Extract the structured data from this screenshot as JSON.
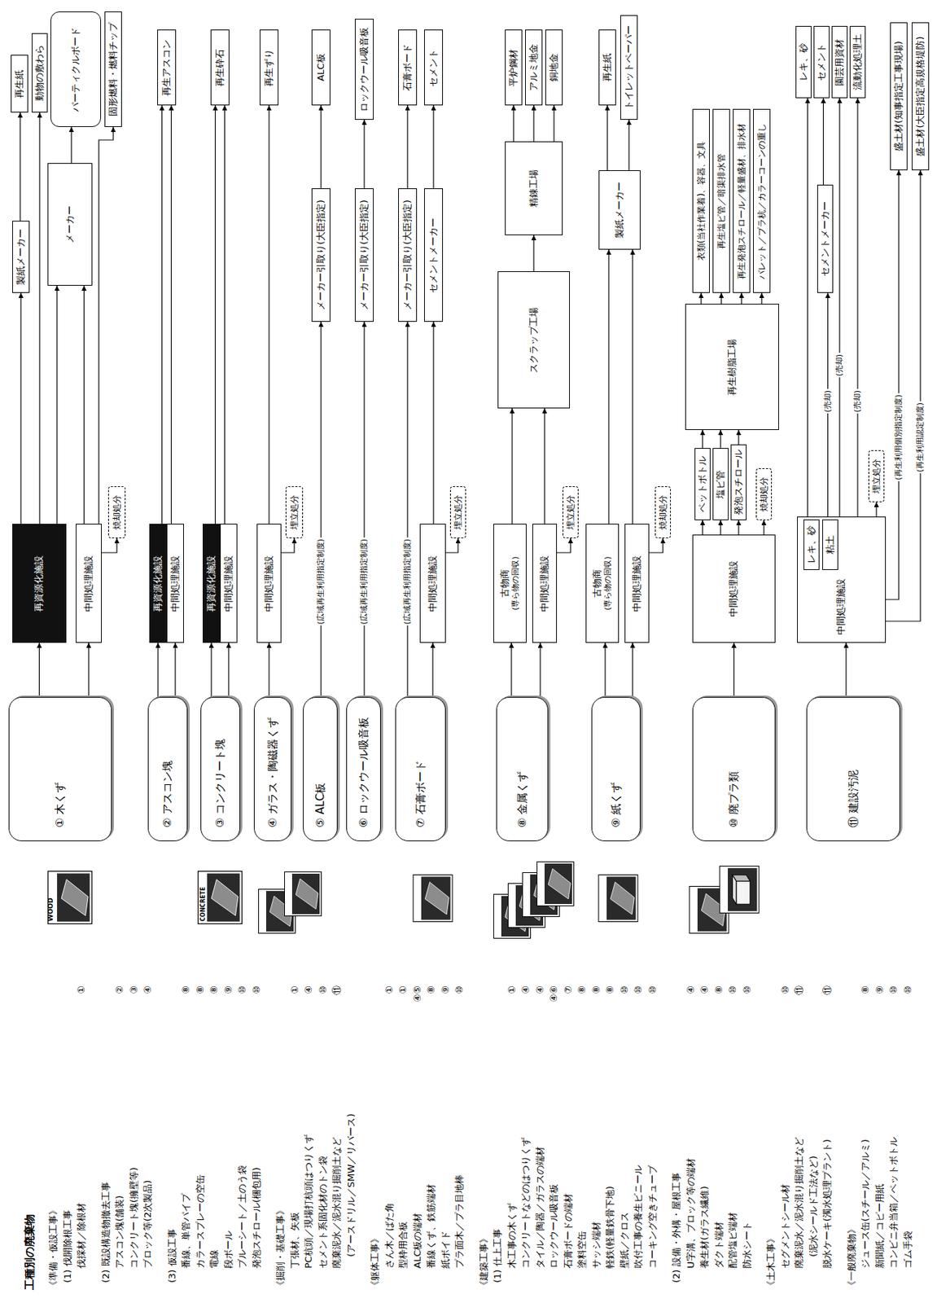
{
  "diagram": {
    "title": "工種別の廃棄物",
    "nodes": [
      {
        "text": [
          "① 木くず"
        ]
      },
      {
        "text": [
          "再資源化施設"
        ]
      },
      {
        "text": [
          "中間処理施設"
        ]
      },
      {
        "text": [
          "焼却処分"
        ]
      },
      {
        "text": [
          "製紙メーカー"
        ]
      },
      {
        "text": [
          "メーカー"
        ]
      },
      {
        "text": [
          "再生紙"
        ]
      },
      {
        "text": [
          "動物の敷わら"
        ]
      },
      {
        "text": [
          "パーティクルボード"
        ]
      },
      {
        "text": [
          "固形燃料・燃料チップ"
        ]
      },
      {
        "text": [
          "② アスコン塊"
        ]
      },
      {
        "text": [
          "再資源化施設"
        ]
      },
      {
        "text": [
          "中間処理施設"
        ]
      },
      {
        "text": [
          "再生アスコン"
        ]
      },
      {
        "text": [
          "③ コンクリート塊"
        ]
      },
      {
        "text": [
          "再資源化施設"
        ]
      },
      {
        "text": [
          "中間処理施設"
        ]
      },
      {
        "text": [
          "再生砕石"
        ]
      },
      {
        "text": [
          "④ ガラス・陶磁器くず"
        ]
      },
      {
        "text": [
          "中間処理施設"
        ]
      },
      {
        "text": [
          "埋立処分"
        ]
      },
      {
        "text": [
          "再生ずり"
        ]
      },
      {
        "text": [
          "⑤ ALC板"
        ]
      },
      {
        "text": [
          "メーカー引取り(大臣指定)"
        ]
      },
      {
        "text": [
          "ALC板"
        ]
      },
      {
        "text": [
          "⑥ ロックウール吸音板"
        ]
      },
      {
        "text": [
          "メーカー引取り(大臣指定)"
        ]
      },
      {
        "text": [
          "ロックウール吸音板"
        ]
      },
      {
        "text": [
          "⑦ 石膏ボード"
        ]
      },
      {
        "text": [
          "メーカー引取り(大臣指定)"
        ]
      },
      {
        "text": [
          "中間処理施設"
        ]
      },
      {
        "text": [
          "埋立処分"
        ]
      },
      {
        "text": [
          "セメントメーカー"
        ]
      },
      {
        "text": [
          "石膏ボード"
        ]
      },
      {
        "text": [
          "セメント"
        ]
      },
      {
        "text": [
          "⑧ 金属くず"
        ]
      },
      {
        "text": [
          "古物商",
          "(専ら物の回収)"
        ]
      },
      {
        "text": [
          "中間処理施設"
        ]
      },
      {
        "text": [
          "埋立処分"
        ]
      },
      {
        "text": [
          "スクラップ工場"
        ]
      },
      {
        "text": [
          "精錬工場"
        ]
      },
      {
        "text": [
          "平炉鋼材"
        ]
      },
      {
        "text": [
          "アルミ地金"
        ]
      },
      {
        "text": [
          "銅地金"
        ]
      },
      {
        "text": [
          "⑨ 紙くず"
        ]
      },
      {
        "text": [
          "古物商",
          "(専ら物の回収)"
        ]
      },
      {
        "text": [
          "中間処理施設"
        ]
      },
      {
        "text": [
          "焼却処分"
        ]
      },
      {
        "text": [
          "製紙メーカー"
        ]
      },
      {
        "text": [
          "再生紙"
        ]
      },
      {
        "text": [
          "トイレットペーパー"
        ]
      },
      {
        "text": [
          "⑩ 廃プラ類"
        ]
      },
      {
        "text": [
          "中間処理施設"
        ]
      },
      {
        "text": [
          "ペットボトル"
        ]
      },
      {
        "text": [
          "塩ビ管"
        ]
      },
      {
        "text": [
          "発泡スチロール"
        ]
      },
      {
        "text": [
          "焼却処分"
        ]
      },
      {
        "text": [
          "再生樹脂工場"
        ]
      },
      {
        "text": [
          "衣類(当社作業着)、容器、文具"
        ]
      },
      {
        "text": [
          "再生塩ビ管／暗渠排水管"
        ]
      },
      {
        "text": [
          "再生発泡スチロール／軽量盛材、排水材"
        ]
      },
      {
        "text": [
          "パレット／プラ杭／カラーコーンの重し"
        ]
      },
      {
        "text": [
          "⑪ 建設汚泥"
        ]
      },
      {
        "text": [
          "中間処理施設"
        ]
      },
      {
        "text": [
          "レキ、砂"
        ],
        "in": 63
      },
      {
        "text": [
          "粘土"
        ],
        "in": 63
      },
      {
        "text": [
          "埋立処分"
        ]
      },
      {
        "text": [
          "セメントメーカー"
        ]
      },
      {
        "text": [
          "レキ、砂"
        ]
      },
      {
        "text": [
          "セメント"
        ]
      },
      {
        "text": [
          "園芸用資材"
        ]
      },
      {
        "text": [
          "流動化処理土"
        ]
      },
      {
        "text": [
          "盛土材(知事指定工事現場)"
        ]
      },
      {
        "text": [
          "盛土材(大臣指定高規格堤防)"
        ]
      }
    ],
    "edges": [
      {
        "from": 0,
        "to": 1,
        "arrow": "to"
      },
      {
        "from": 0,
        "to": 2,
        "arrow": "to"
      },
      {
        "from": 1,
        "to": 4,
        "arrow": "to"
      },
      {
        "from": 1,
        "to": 7,
        "arrow": "to"
      },
      {
        "from": 1,
        "to": 5,
        "arrow": "to"
      },
      {
        "from": 2,
        "to": 5,
        "arrow": "to"
      },
      {
        "from": 5,
        "to": 8,
        "arrow": "to"
      },
      {
        "from": 2,
        "to": 9,
        "arrow": "to"
      },
      {
        "from": 2,
        "to": 3,
        "arrow": "to"
      },
      {
        "from": 4,
        "to": 6,
        "arrow": "to"
      },
      {
        "from": 10,
        "to": 11,
        "arrow": "to"
      },
      {
        "from": 10,
        "to": 12,
        "arrow": "to"
      },
      {
        "from": 11,
        "to": 13,
        "arrow": "to"
      },
      {
        "from": 12,
        "to": 13,
        "arrow": "to"
      },
      {
        "from": 14,
        "to": 15,
        "arrow": "to"
      },
      {
        "from": 14,
        "to": 16,
        "arrow": "to"
      },
      {
        "from": 15,
        "to": 17,
        "arrow": "to"
      },
      {
        "from": 16,
        "to": 17,
        "arrow": "to"
      },
      {
        "from": 18,
        "to": 19,
        "arrow": "to"
      },
      {
        "from": 19,
        "to": 21,
        "arrow": "to"
      },
      {
        "from": 19,
        "to": 20,
        "arrow": "to"
      },
      {
        "from": 22,
        "to": 23,
        "arrow": "to",
        "label": "(広域再生利用指定制度)"
      },
      {
        "from": 23,
        "to": 24,
        "arrow": "to"
      },
      {
        "from": 25,
        "to": 26,
        "arrow": "to",
        "label": "(広域再生利用指定制度)"
      },
      {
        "from": 26,
        "to": 27,
        "arrow": "to"
      },
      {
        "from": 28,
        "to": 29,
        "arrow": "to",
        "label": "(広域再生利用指定制度)"
      },
      {
        "from": 28,
        "to": 30,
        "arrow": "to"
      },
      {
        "from": 30,
        "to": 32,
        "arrow": "to"
      },
      {
        "from": 30,
        "to": 31,
        "arrow": "to"
      },
      {
        "from": 29,
        "to": 33,
        "arrow": "to"
      },
      {
        "from": 32,
        "to": 34,
        "arrow": "to"
      },
      {
        "from": 35,
        "to": 36,
        "arrow": "to"
      },
      {
        "from": 35,
        "to": 37,
        "arrow": "to"
      },
      {
        "from": 36,
        "to": 39,
        "arrow": "to"
      },
      {
        "from": 37,
        "to": 39,
        "arrow": "to"
      },
      {
        "from": 37,
        "to": 38,
        "arrow": "to"
      },
      {
        "from": 39,
        "to": 40,
        "arrow": "to"
      },
      {
        "from": 40,
        "to": 41,
        "arrow": "to"
      },
      {
        "from": 40,
        "to": 42,
        "arrow": "to"
      },
      {
        "from": 40,
        "to": 43,
        "arrow": "to"
      },
      {
        "from": 44,
        "to": 45,
        "arrow": "to"
      },
      {
        "from": 44,
        "to": 46,
        "arrow": "to"
      },
      {
        "from": 45,
        "to": 48,
        "arrow": "to"
      },
      {
        "from": 46,
        "to": 48,
        "arrow": "to"
      },
      {
        "from": 46,
        "to": 47,
        "arrow": "to"
      },
      {
        "from": 48,
        "to": 49,
        "arrow": "to"
      },
      {
        "from": 48,
        "to": 50,
        "arrow": "to"
      },
      {
        "from": 51,
        "to": 52,
        "arrow": "to"
      },
      {
        "from": 52,
        "to": 53,
        "arrow": "to"
      },
      {
        "from": 52,
        "to": 54,
        "arrow": "to"
      },
      {
        "from": 52,
        "to": 55,
        "arrow": "to"
      },
      {
        "from": 52,
        "to": 56,
        "arrow": "to"
      },
      {
        "from": 53,
        "to": 57,
        "arrow": "to"
      },
      {
        "from": 54,
        "to": 57,
        "arrow": "to"
      },
      {
        "from": 55,
        "to": 57,
        "arrow": "to"
      },
      {
        "from": 57,
        "to": 58,
        "arrow": "to"
      },
      {
        "from": 57,
        "to": 59,
        "arrow": "to"
      },
      {
        "from": 57,
        "to": 60,
        "arrow": "to"
      },
      {
        "from": 57,
        "to": 61,
        "arrow": "to"
      },
      {
        "from": 62,
        "to": 63,
        "arrow": "to"
      },
      {
        "from": 64,
        "to": 68,
        "arrow": "to"
      },
      {
        "from": 65,
        "to": 67,
        "arrow": "to",
        "label": "(売却)"
      },
      {
        "from": 67,
        "to": 69,
        "arrow": "to"
      },
      {
        "from": 63,
        "to": 66,
        "arrow": "to"
      },
      {
        "from": 63,
        "to": 70,
        "arrow": "to",
        "label": "(売却)"
      },
      {
        "from": 63,
        "to": 71,
        "arrow": "to",
        "label": "(売却)"
      },
      {
        "from": 63,
        "to": 72,
        "arrow": "to",
        "label": "(再生利用個別指定制度)"
      },
      {
        "from": 63,
        "to": 73,
        "arrow": "to",
        "label": "(再生利用認定制度)"
      }
    ],
    "labels": [
      "《準備・仮設工事》",
      "(1) 伐開除根工事",
      "伐採材／除根材",
      "①",
      "(2) 既設構造物撤去工事",
      "アスコン塊(舗装)",
      "②",
      "コンクリート塊(擁壁等)",
      "③",
      "ブロック等(2次製品)",
      "④",
      "(3) 仮設工事",
      "番線、単管パイプ",
      "⑧",
      "カラースプレーの空缶",
      "⑧",
      "電線",
      "⑧",
      "段ボール",
      "⑨",
      "ブルーシート／土のう袋",
      "⑩",
      "発泡スチロール(梱包用)",
      "⑩",
      "《掘削・基礎工事》",
      "丁張材、矢板",
      "①",
      "PC杭頭／現場打杭頭はつりくず",
      "④",
      "セメント系固化材のトン袋",
      "⑩",
      "廃棄泥水／泥水混り掘削土など",
      "⑪",
      "(アースドリル／SMW／リバース)",
      "《躯体工事》",
      "さん木／ばた角",
      "①",
      "型枠用合板",
      "①",
      "ALC板の端材",
      "④⑤",
      "番線くず、鉄筋端材",
      "⑧",
      "紙ボイド",
      "⑨",
      "プラ面木／プラ目地棒",
      "⑩",
      "《建築工事》",
      "(1) 仕上工事",
      "木工事の木くず",
      "①",
      "コンクリートなどのはつりくず",
      "④",
      "タイル／陶器／ガラスの端材",
      "④",
      "ロックウール吸音板",
      "④⑥",
      "石膏ボードの端材",
      "⑦",
      "塗料空缶",
      "⑧",
      "サッシ端材",
      "⑧",
      "軽鉄(軽量鉄骨下地)",
      "⑧",
      "壁紙／クロス",
      "⑩",
      "吹付工事の養生ビニール",
      "⑩",
      "コーキング空きチューブ",
      "⑩",
      "(2) 設備・外構・屋根工事",
      "U字溝、ブロック等の端材",
      "④",
      "養生材(ガラス繊維)",
      "④",
      "ダクト端材",
      "⑧",
      "配管塩ビ端材",
      "⑩",
      "防水シート",
      "⑩",
      "《土木工事》",
      "セグメントシール材",
      "⑩",
      "廃棄泥水／泥水混り掘削土など",
      "⑪",
      "(泥水シールド工法など)",
      "脱水ケーキ(濁水処理プラント)",
      "⑪",
      "《一般廃棄物》",
      "ジュース缶(スチール／アルミ)",
      "⑧",
      "新聞紙／コピー用紙",
      "⑨",
      "コンビニ弁当箱／ペットボトル",
      "⑩",
      "ゴム手袋",
      "⑩",
      "WOOD",
      "CONCRETE"
    ]
  }
}
